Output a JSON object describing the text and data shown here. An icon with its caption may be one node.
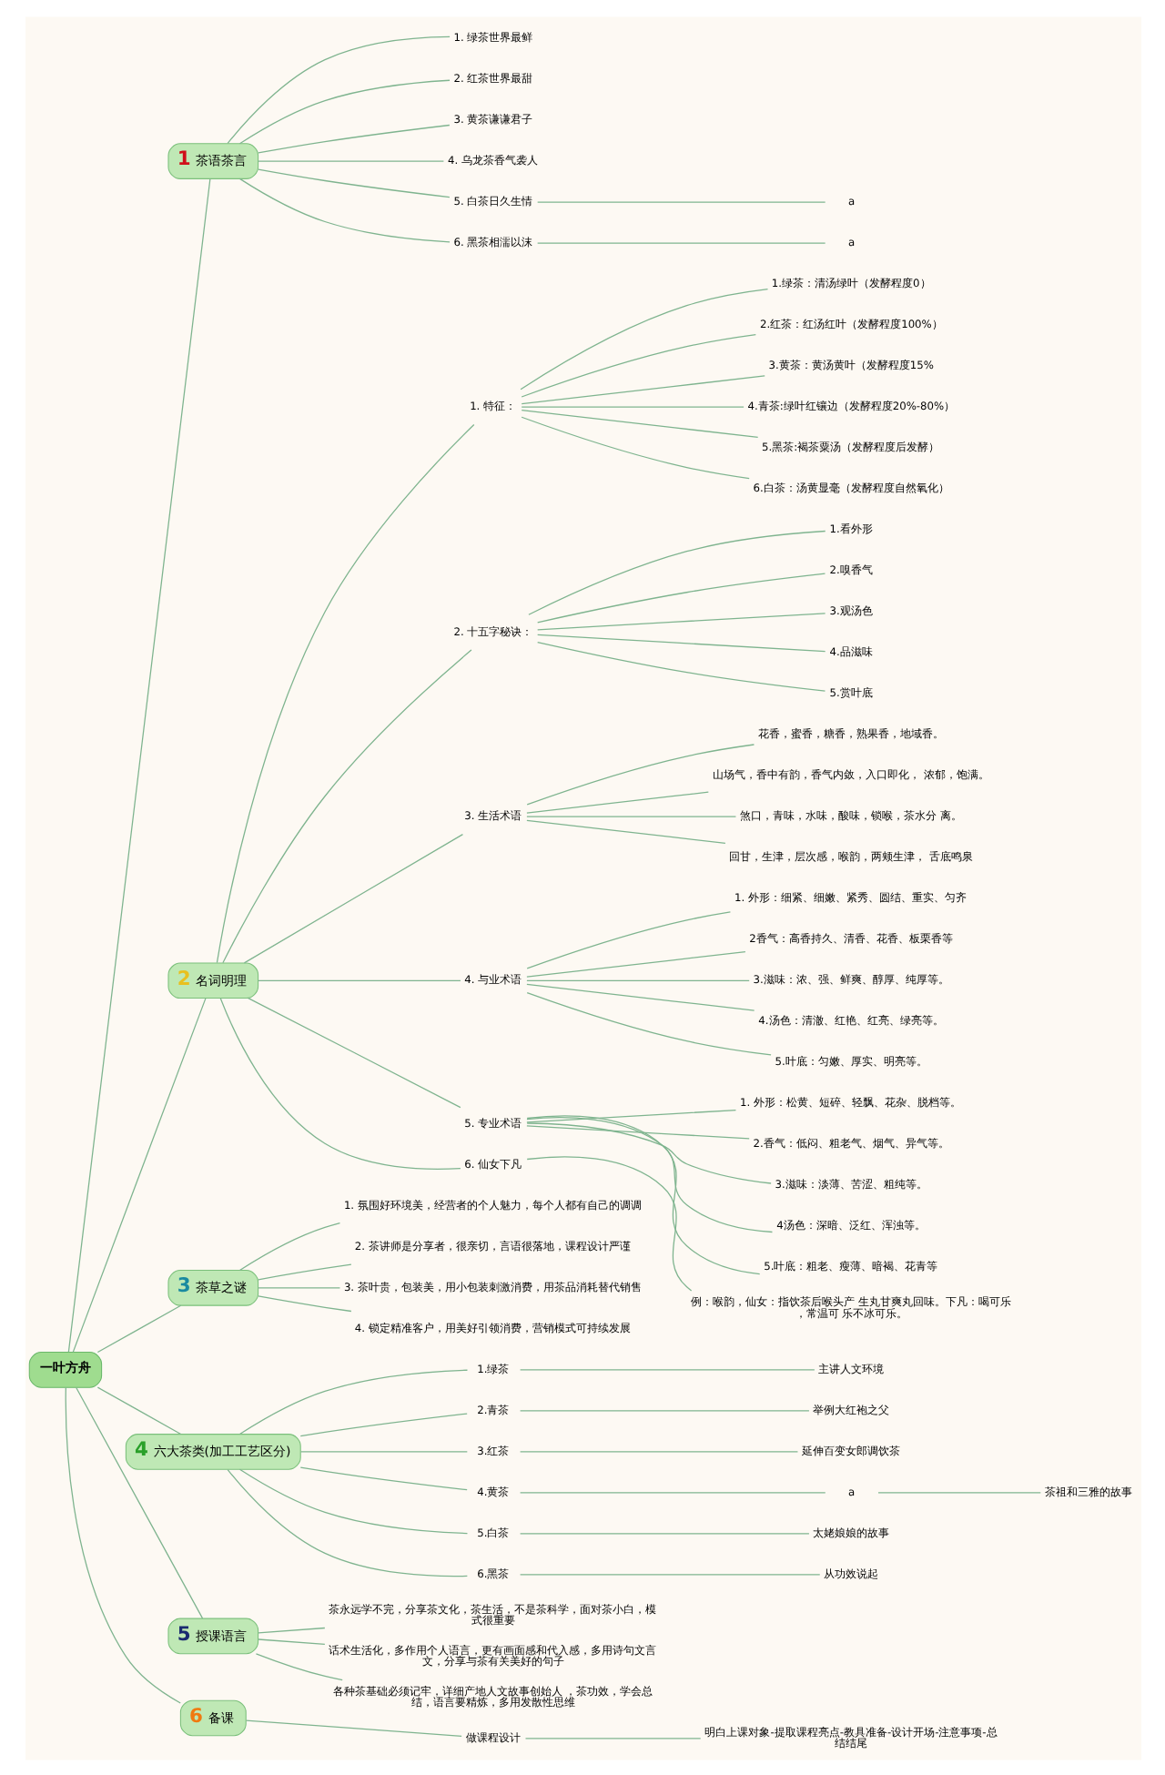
{
  "diagram": {
    "nodes": [
      {
        "text": [
          "一叶方舟"
        ]
      },
      {
        "text": [
          "1",
          "茶语茶言"
        ]
      },
      {
        "text": [
          "1. 绿茶世界最鲜"
        ]
      },
      {
        "text": [
          "2. 红茶世界最甜"
        ]
      },
      {
        "text": [
          "3. 黄茶谦谦君子"
        ]
      },
      {
        "text": [
          "4. 乌龙茶香气袭人"
        ]
      },
      {
        "text": [
          "5. 白茶日久生情"
        ]
      },
      {
        "text": [
          "a"
        ]
      },
      {
        "text": [
          "6. 黑茶相濡以沫"
        ]
      },
      {
        "text": [
          "a"
        ]
      },
      {
        "text": [
          "2",
          "名词明理"
        ]
      },
      {
        "text": [
          "1. 特征："
        ]
      },
      {
        "text": [
          "1.绿茶：清汤绿叶（发酵程度0）"
        ]
      },
      {
        "text": [
          "2.红茶：红汤红叶（发酵程度100%）"
        ]
      },
      {
        "text": [
          "3.黄茶：黄汤黄叶（发酵程度15%"
        ]
      },
      {
        "text": [
          "4.青茶:绿叶红镶边（发酵程度20%-80%）"
        ]
      },
      {
        "text": [
          "5.黑茶:褐茶粟汤（发酵程度后发酵）"
        ]
      },
      {
        "text": [
          "6.白茶：汤黄显毫（发酵程度自然氧化）"
        ]
      },
      {
        "text": [
          "2. 十五字秘诀："
        ]
      },
      {
        "text": [
          "1.看外形"
        ]
      },
      {
        "text": [
          "2.嗅香气"
        ]
      },
      {
        "text": [
          "3.观汤色"
        ]
      },
      {
        "text": [
          "4.品滋味"
        ]
      },
      {
        "text": [
          "5.赏叶底"
        ]
      },
      {
        "text": [
          "3. 生活术语"
        ]
      },
      {
        "text": [
          "花香，蜜香，糖香，熟果香，地域香。"
        ]
      },
      {
        "text": [
          "山场气，香中有韵，香气内敛，入口即化， 浓郁，饱满。"
        ]
      },
      {
        "text": [
          "煞口，青味，水味，酸味，锁喉，茶水分 离。"
        ]
      },
      {
        "text": [
          "回甘，生津，层次感，喉韵，两颊生津， 舌底鸣泉"
        ]
      },
      {
        "text": [
          "4. 与业术语"
        ]
      },
      {
        "text": [
          "1. 外形：细紧、细嫩、紧秀、圆结、重实、匀齐"
        ]
      },
      {
        "text": [
          "2香气：高香持久、清香、花香、板栗香等"
        ]
      },
      {
        "text": [
          "3.滋味：浓、强、鲜爽、醇厚、纯厚等。"
        ]
      },
      {
        "text": [
          "4.汤色：清澈、红艳、红亮、绿亮等。"
        ]
      },
      {
        "text": [
          "5.叶底：匀嫩、厚实、明亮等。"
        ]
      },
      {
        "text": [
          "5. 专业术语"
        ]
      },
      {
        "text": [
          "1. 外形：松黄、短碎、轻飘、花杂、脱档等。"
        ]
      },
      {
        "text": [
          "2.香气：低闷、粗老气、烟气、异气等。"
        ]
      },
      {
        "text": [
          "3.滋味：淡薄、苦涩、粗纯等。"
        ]
      },
      {
        "text": [
          "4汤色：深暗、泛红、浑浊等。"
        ]
      },
      {
        "text": [
          "5.叶底：粗老、瘦薄、暗褐、花青等"
        ]
      },
      {
        "text": [
          "6. 仙女下凡"
        ]
      },
      {
        "text": [
          "例：喉韵，仙女：指饮茶后喉头产 生丸甘爽丸回味。下凡：喝可乐，常温可 乐不冰可乐。"
        ]
      },
      {
        "text": [
          "3",
          "茶草之谜"
        ]
      },
      {
        "text": [
          "1. 氛围好环境美，经营者的个人魅力，每个人都有自己的调调"
        ]
      },
      {
        "text": [
          "2. 茶讲师是分享者，很亲切，言语很落地，课程设计严谨"
        ]
      },
      {
        "text": [
          "3. 茶叶贵，包装美，用小包装刺激消费，用茶品消耗替代销售"
        ]
      },
      {
        "text": [
          "4. 锁定精准客户，用美好引领消费，营销模式可持续发展"
        ]
      },
      {
        "text": [
          "4",
          "六大茶类(加工工艺区分)"
        ]
      },
      {
        "text": [
          "1.绿茶"
        ]
      },
      {
        "text": [
          "主讲人文环境"
        ]
      },
      {
        "text": [
          "2.青茶"
        ]
      },
      {
        "text": [
          "举例大红袍之父"
        ]
      },
      {
        "text": [
          "3.红茶"
        ]
      },
      {
        "text": [
          "延伸百变女郎调饮茶"
        ]
      },
      {
        "text": [
          "4.黄茶"
        ]
      },
      {
        "text": [
          "a"
        ]
      },
      {
        "text": [
          "茶祖和三雅的故事"
        ]
      },
      {
        "text": [
          "5.白茶"
        ]
      },
      {
        "text": [
          "太姥娘娘的故事"
        ]
      },
      {
        "text": [
          "6.黑茶"
        ]
      },
      {
        "text": [
          "从功效说起"
        ]
      },
      {
        "text": [
          "5",
          "授课语言"
        ]
      },
      {
        "text": [
          "茶永远学不完，分享茶文化，茶生活，不是茶科学，面对茶小白，模式很重要"
        ]
      },
      {
        "text": [
          "话术生活化，多作用个人语言，更有画面感和代入感，多用诗句文言文，分享与茶有关美好的句子"
        ]
      },
      {
        "text": [
          "各种茶基础必须记牢，详细产地人文故事创始人 ，茶功效，学会总结，语言要精炼，多用发散性思维"
        ]
      },
      {
        "text": [
          "6",
          "备课"
        ]
      },
      {
        "text": [
          "做课程设计"
        ]
      },
      {
        "text": [
          "明白上课对象-提取课程亮点-教具准备-设计开场-注意事项-总结结尾"
        ]
      }
    ],
    "edges": [
      {
        "from": 0,
        "to": 1,
        "arrow": "none"
      },
      {
        "from": 1,
        "to": 2,
        "arrow": "none"
      },
      {
        "from": 1,
        "to": 3,
        "arrow": "none"
      },
      {
        "from": 1,
        "to": 4,
        "arrow": "none"
      },
      {
        "from": 1,
        "to": 5,
        "arrow": "none"
      },
      {
        "from": 1,
        "to": 6,
        "arrow": "none"
      },
      {
        "from": 6,
        "to": 7,
        "arrow": "none"
      },
      {
        "from": 1,
        "to": 8,
        "arrow": "none"
      },
      {
        "from": 8,
        "to": 9,
        "arrow": "none"
      },
      {
        "from": 0,
        "to": 10,
        "arrow": "none"
      },
      {
        "from": 10,
        "to": 11,
        "arrow": "none"
      },
      {
        "from": 11,
        "to": 12,
        "arrow": "none"
      },
      {
        "from": 11,
        "to": 13,
        "arrow": "none"
      },
      {
        "from": 11,
        "to": 14,
        "arrow": "none"
      },
      {
        "from": 11,
        "to": 15,
        "arrow": "none"
      },
      {
        "from": 11,
        "to": 16,
        "arrow": "none"
      },
      {
        "from": 11,
        "to": 17,
        "arrow": "none"
      },
      {
        "from": 10,
        "to": 18,
        "arrow": "none"
      },
      {
        "from": 18,
        "to": 19,
        "arrow": "none"
      },
      {
        "from": 18,
        "to": 20,
        "arrow": "none"
      },
      {
        "from": 18,
        "to": 21,
        "arrow": "none"
      },
      {
        "from": 18,
        "to": 22,
        "arrow": "none"
      },
      {
        "from": 18,
        "to": 23,
        "arrow": "none"
      },
      {
        "from": 10,
        "to": 24,
        "arrow": "none"
      },
      {
        "from": 24,
        "to": 25,
        "arrow": "none"
      },
      {
        "from": 24,
        "to": 26,
        "arrow": "none"
      },
      {
        "from": 24,
        "to": 27,
        "arrow": "none"
      },
      {
        "from": 24,
        "to": 28,
        "arrow": "none"
      },
      {
        "from": 10,
        "to": 29,
        "arrow": "none"
      },
      {
        "from": 29,
        "to": 30,
        "arrow": "none"
      },
      {
        "from": 29,
        "to": 31,
        "arrow": "none"
      },
      {
        "from": 29,
        "to": 32,
        "arrow": "none"
      },
      {
        "from": 29,
        "to": 33,
        "arrow": "none"
      },
      {
        "from": 29,
        "to": 34,
        "arrow": "none"
      },
      {
        "from": 10,
        "to": 35,
        "arrow": "none"
      },
      {
        "from": 35,
        "to": 36,
        "arrow": "none"
      },
      {
        "from": 35,
        "to": 37,
        "arrow": "none"
      },
      {
        "from": 35,
        "to": 38,
        "arrow": "none"
      },
      {
        "from": 35,
        "to": 39,
        "arrow": "none"
      },
      {
        "from": 35,
        "to": 40,
        "arrow": "none"
      },
      {
        "from": 10,
        "to": 41,
        "arrow": "none"
      },
      {
        "from": 41,
        "to": 42,
        "arrow": "none"
      },
      {
        "from": 0,
        "to": 43,
        "arrow": "none"
      },
      {
        "from": 43,
        "to": 44,
        "arrow": "none"
      },
      {
        "from": 43,
        "to": 45,
        "arrow": "none"
      },
      {
        "from": 43,
        "to": 46,
        "arrow": "none"
      },
      {
        "from": 43,
        "to": 47,
        "arrow": "none"
      },
      {
        "from": 0,
        "to": 48,
        "arrow": "none"
      },
      {
        "from": 48,
        "to": 49,
        "arrow": "none"
      },
      {
        "from": 49,
        "to": 50,
        "arrow": "none"
      },
      {
        "from": 48,
        "to": 51,
        "arrow": "none"
      },
      {
        "from": 51,
        "to": 52,
        "arrow": "none"
      },
      {
        "from": 48,
        "to": 53,
        "arrow": "none"
      },
      {
        "from": 53,
        "to": 54,
        "arrow": "none"
      },
      {
        "from": 48,
        "to": 55,
        "arrow": "none"
      },
      {
        "from": 55,
        "to": 56,
        "arrow": "none"
      },
      {
        "from": 56,
        "to": 57,
        "arrow": "none"
      },
      {
        "from": 48,
        "to": 58,
        "arrow": "none"
      },
      {
        "from": 58,
        "to": 59,
        "arrow": "none"
      },
      {
        "from": 48,
        "to": 60,
        "arrow": "none"
      },
      {
        "from": 60,
        "to": 61,
        "arrow": "none"
      },
      {
        "from": 0,
        "to": 62,
        "arrow": "none"
      },
      {
        "from": 62,
        "to": 63,
        "arrow": "none"
      },
      {
        "from": 62,
        "to": 64,
        "arrow": "none"
      },
      {
        "from": 62,
        "to": 65,
        "arrow": "none"
      },
      {
        "from": 0,
        "to": 66,
        "arrow": "none"
      },
      {
        "from": 66,
        "to": 67,
        "arrow": "none"
      },
      {
        "from": 67,
        "to": 68,
        "arrow": "none"
      }
    ]
  }
}
